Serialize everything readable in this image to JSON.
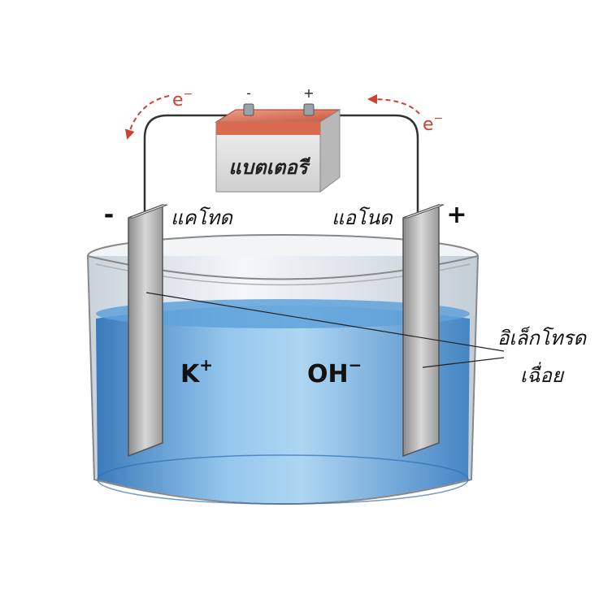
{
  "electron_left": {
    "text": "e",
    "charge": "−"
  },
  "electron_right": {
    "text": "e",
    "charge": "−"
  },
  "battery": {
    "label": "แบตเตอรี",
    "minus": "-",
    "plus": "+",
    "top_color": "#e2705a",
    "body_color": "#e8e8e8"
  },
  "cathode": {
    "label": "แคโทด",
    "sign": "-"
  },
  "anode": {
    "label": "แอโนด",
    "sign": "+"
  },
  "ions": {
    "cation": {
      "text": "K",
      "charge": "+"
    },
    "anion": {
      "text": "OH",
      "charge": "−"
    }
  },
  "electrolyte": {
    "label_line1": "อิเล็กโทรด",
    "label_line2": "เฉื่อย"
  },
  "colors": {
    "electron": "#d0402e",
    "liquid": "#4f97d6",
    "liquid_dark": "#2f6fb3",
    "wire": "#333333",
    "electrode": "#b5b5b5"
  }
}
